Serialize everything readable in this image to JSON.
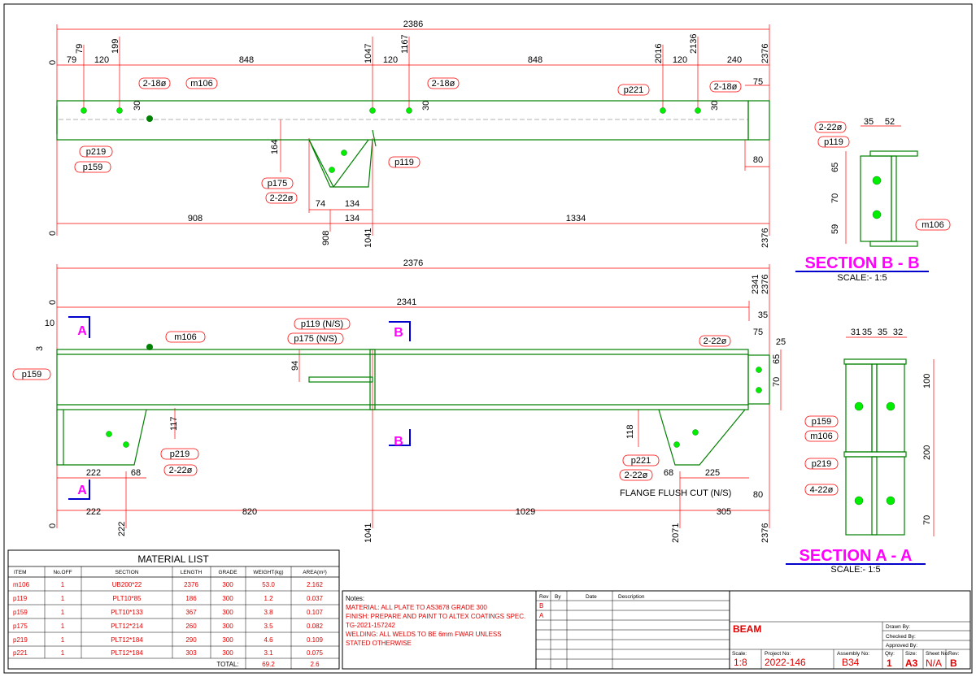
{
  "dimensions": {
    "top": {
      "overall": "2386",
      "mid_row": [
        "79",
        "120",
        "848",
        "120",
        "848",
        "120",
        "240"
      ],
      "vertical": [
        "0",
        "79",
        "199",
        "1047",
        "1167",
        "2016",
        "2136",
        "2376"
      ],
      "right": [
        "75",
        "80"
      ],
      "bottom": [
        "908",
        "134",
        "1334"
      ],
      "bottom_vertical": [
        "0",
        "908",
        "1041",
        "2376"
      ],
      "plate": [
        "164",
        "74",
        "134"
      ],
      "misc": [
        "30",
        "30",
        "30"
      ]
    },
    "front": {
      "overall": "2376",
      "second": "2341",
      "vertical_right": [
        "2341",
        "2376",
        "35"
      ],
      "left": [
        "10",
        "3"
      ],
      "right": [
        "75",
        "25",
        "65",
        "70",
        "80"
      ],
      "plate": [
        "94"
      ],
      "bottom_left": [
        "117",
        "222",
        "68"
      ],
      "bottom_right": [
        "118",
        "68",
        "225"
      ],
      "chain": [
        "222",
        "820",
        "1029",
        "305"
      ],
      "chain_vertical": [
        "0",
        "222",
        "1041",
        "2071",
        "2376"
      ]
    },
    "section_bb": [
      "35",
      "52",
      "65",
      "70",
      "59"
    ],
    "section_aa": [
      "31",
      "35",
      "35",
      "32",
      "100",
      "200",
      "70"
    ]
  },
  "labels": {
    "m106": "m106",
    "p119": "p119",
    "p159": "p159",
    "p175": "p175",
    "p219": "p219",
    "p221": "p221",
    "hole_2_18": "2-18ø",
    "hole_2_22": "2-22ø",
    "hole_4_22": "4-22ø",
    "p119_ns": "p119 (N/S)",
    "p175_ns": "p175 (N/S)",
    "flange_note": "FLANGE FLUSH CUT (N/S)",
    "cut_a": "A",
    "cut_b": "B"
  },
  "sections": {
    "bb_title": "SECTION  B - B",
    "bb_scale": "SCALE:- 1:5",
    "aa_title": "SECTION  A - A",
    "aa_scale": "SCALE:- 1:5"
  },
  "material_list": {
    "title": "MATERIAL LIST",
    "headers": [
      "ITEM",
      "No.OFF",
      "SECTION",
      "LENGTH",
      "GRADE",
      "WEIGHT(kg)",
      "AREA(m²)"
    ],
    "rows": [
      [
        "m106",
        "1",
        "UB200*22",
        "2376",
        "300",
        "53.0",
        "2.162"
      ],
      [
        "p119",
        "1",
        "PLT10*85",
        "186",
        "300",
        "1.2",
        "0.037"
      ],
      [
        "p159",
        "1",
        "PLT10*133",
        "367",
        "300",
        "3.8",
        "0.107"
      ],
      [
        "p175",
        "1",
        "PLT12*214",
        "260",
        "300",
        "3.5",
        "0.082"
      ],
      [
        "p219",
        "1",
        "PLT12*184",
        "290",
        "300",
        "4.6",
        "0.109"
      ],
      [
        "p221",
        "1",
        "PLT12*184",
        "303",
        "300",
        "3.1",
        "0.075"
      ]
    ],
    "total_label": "TOTAL:",
    "total_weight": "69.2",
    "total_area": "2.6"
  },
  "notes": {
    "title": "Notes:",
    "lines": [
      "MATERIAL: ALL PLATE TO AS3678 GRADE 300",
      "FINISH: PREPARE AND PAINT TO ALTEX COATINGS SPEC.",
      "TG-2021-157242",
      "WELDING: ALL WELDS TO BE 6mm FWAR UNLESS",
      "STATED OTHERWISE"
    ]
  },
  "revisions": {
    "headers": [
      "Rev",
      "By",
      "Date",
      "Description"
    ],
    "rows": [
      "B",
      "A"
    ]
  },
  "title_block": {
    "title": "BEAM",
    "drawn_by": "Drawn By:",
    "checked_by": "Checked By:",
    "approved_by": "Approved By:",
    "scale_label": "Scale:",
    "scale": "1:8",
    "project_label": "Project No:",
    "project": "2022-146",
    "assembly_label": "Assembly No:",
    "assembly": "B34",
    "qty_label": "Qty:",
    "qty": "1",
    "size_label": "Size:",
    "size": "A3",
    "sheet_label": "Sheet No:",
    "sheet": "N/A",
    "rev_label": "Rev:",
    "rev": "B"
  },
  "colors": {
    "steel": "#008000",
    "dimension": "#ff0000",
    "magenta": "#ff00ff",
    "blue": "#0000cc",
    "bolt": "#00ee00"
  }
}
